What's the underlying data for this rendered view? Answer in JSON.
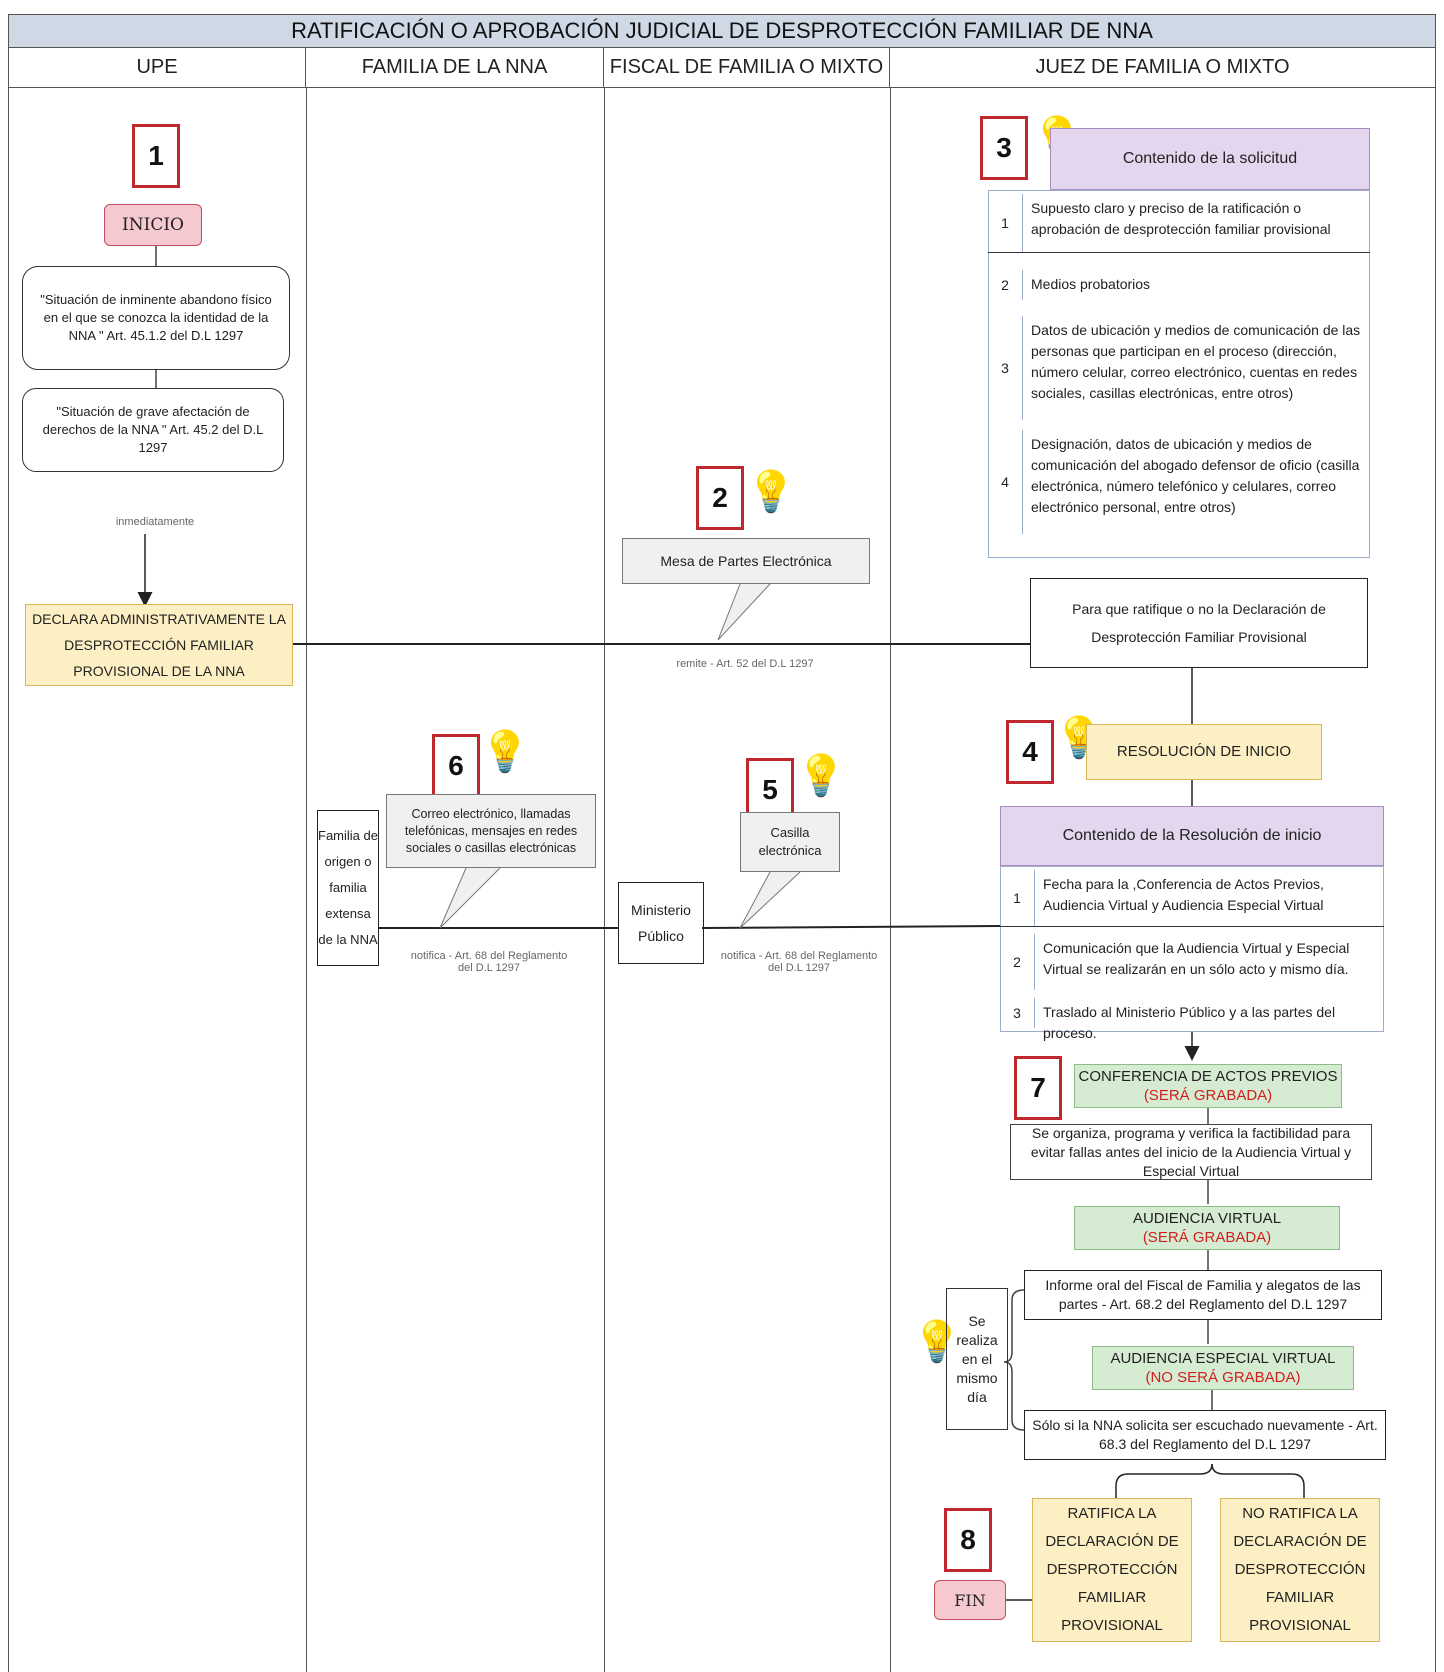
{
  "title": "RATIFICACIÓN O APROBACIÓN JUDICIAL DE DESPROTECCIÓN FAMILIAR DE NNA",
  "lanes": [
    "UPE",
    "FAMILIA DE LA NNA",
    "FISCAL DE FAMILIA O MIXTO",
    "JUEZ DE FAMILIA O MIXTO"
  ],
  "step_numbers": [
    "1",
    "2",
    "3",
    "4",
    "5",
    "6",
    "7",
    "8"
  ],
  "upe": {
    "inicio": "INICIO",
    "situacion_1": "\"Situación de  inminente abandono físico en el que se conozca la identidad de la NNA \" Art. 45.1.2 del D.L 1297",
    "situacion_2": "\"Situación de grave afectación de derechos de la NNA \" Art. 45.2 del D.L 1297",
    "inmediatamente": "inmediatamente",
    "declara": "DECLARA  ADMINISTRATIVAMENTE LA DESPROTECCIÓN FAMILIAR PROVISIONAL DE LA NNA",
    "fin": "FIN"
  },
  "mesa_partes": "Mesa de Partes Electrónica",
  "remite": "remite - Art. 52 del D.L 1297",
  "contenido_solicitud": {
    "header": "Contenido de la solicitud",
    "rows": [
      {
        "n": "1",
        "text": "Supuesto claro y preciso de la ratificación o aprobación de desprotección familiar provisional"
      },
      {
        "n": "2",
        "text": "Medios probatorios"
      },
      {
        "n": "3",
        "text": "Datos de ubicación y medios de comunicación  de las personas que participan en el proceso (dirección, número celular, correo electrónico, cuentas en redes sociales, casillas electrónicas, entre otros)"
      },
      {
        "n": "4",
        "text": "Designación, datos de ubicación y medios de comunicación del abogado defensor de oficio (casilla electrónica, número telefónico y celulares, correo electrónico personal, entre otros)"
      }
    ]
  },
  "para_que_ratifique": "Para que ratifique o no la Declaración de Desprotección Familiar Provisional",
  "resolucion_inicio": "RESOLUCIÓN DE INICIO",
  "contenido_resolucion": {
    "header": "Contenido de la Resolución de inicio",
    "rows": [
      {
        "n": "1",
        "text": "Fecha para la ,Conferencia de Actos Previos, Audiencia Virtual y Audiencia Especial Virtual"
      },
      {
        "n": "2",
        "text": "Comunicación que la Audiencia Virtual y Especial Virtual se realizarán en un sólo acto y mismo día."
      },
      {
        "n": "3",
        "text": "Traslado al Ministerio Público y a las partes del proceso."
      }
    ]
  },
  "familia": {
    "box": "Familia de origen o familia extensa de la NNA",
    "canales": "Correo electrónico, llamadas telefónicas, mensajes en redes sociales o casillas electrónicas",
    "notifica": "notifica - Art. 68 del Reglamento del D.L 1297"
  },
  "fiscal": {
    "ministerio": "Ministerio Público",
    "casilla": "Casilla electrónica",
    "notifica": "notifica - Art. 68 del Reglamento del D.L 1297"
  },
  "conferencia": {
    "title": "CONFERENCIA DE ACTOS PREVIOS",
    "tag": "(SERÁ GRABADA)"
  },
  "organiza": "Se organiza, programa y verifica la factibilidad para evitar fallas antes del inicio de la Audiencia Virtual y Especial Virtual",
  "audiencia_virtual": {
    "title": "AUDIENCIA VIRTUAL",
    "tag": "(SERÁ GRABADA)"
  },
  "informe_oral": "Informe oral del Fiscal de Familia y alegatos de las partes - Art. 68.2 del Reglamento del D.L 1297",
  "audiencia_especial": {
    "title": "AUDIENCIA ESPECIAL VIRTUAL",
    "tag": "(NO SERÁ GRABADA)"
  },
  "solo_si": "Sólo si la NNA solicita ser escuchado nuevamente - Art. 68.3 del Reglamento del D.L 1297",
  "mismo_dia": "Se realiza en el mismo día",
  "ratifica": "RATIFICA LA DECLARACIÓN DE DESPROTECCIÓN FAMILIAR PROVISIONAL",
  "no_ratifica": "NO RATIFICA LA DECLARACIÓN DE DESPROTECCIÓN FAMILIAR PROVISIONAL",
  "colors": {
    "step_border": "#c0272d",
    "header_fill": "#cfd9e6",
    "yellow_fill": "#fcefc3",
    "green_fill": "#d6ecd2",
    "purple_fill": "#e3d6ee",
    "pink_fill": "#f6c8cf",
    "red_text": "#d11f1f"
  }
}
